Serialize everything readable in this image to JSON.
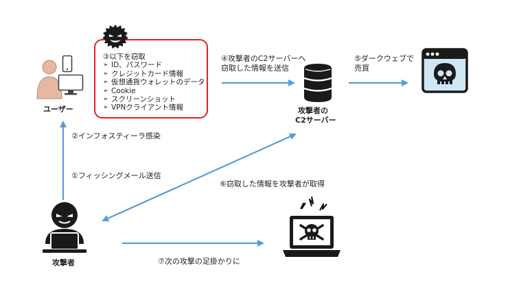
{
  "nodes": {
    "user": "ユーザー",
    "c2": [
      "攻撃者の",
      "C2サーバー"
    ],
    "attacker": "攻撃者"
  },
  "steal": {
    "heading": "③以下を窃取",
    "items": [
      "ID、パスワード",
      "クレジットカード情報",
      "仮想通貨ウォレットのデータ",
      "Cookie",
      "スクリーンショット",
      "VPNクライアント情報"
    ],
    "bullet": "➢"
  },
  "steps": {
    "s1": "①フィッシングメール送信",
    "s2": "②インフォスティーラ感染",
    "s4": [
      "④攻撃者のC2サーバーへ",
      "窃取した情報を送信"
    ],
    "s5": [
      "⑤ダークウェブで",
      "売買"
    ],
    "s6": "⑥窃取した情報を攻撃者が取得",
    "s7": "⑦次の攻撃の足掛かりに"
  },
  "colors": {
    "arrow": "#5b9bd5",
    "icon": "#1a1a1a",
    "user_skin": "#e6b8a2",
    "box_border": "#e02020",
    "browser_fill": "#cfe6f5"
  },
  "icons": [
    "malware-face-icon",
    "user-person-icon",
    "smartphone-icon",
    "desktop-monitor-icon",
    "database-server-icon",
    "darkweb-browser-skull-icon",
    "hacker-laptop-icon",
    "compromised-laptop-skull-icon"
  ]
}
